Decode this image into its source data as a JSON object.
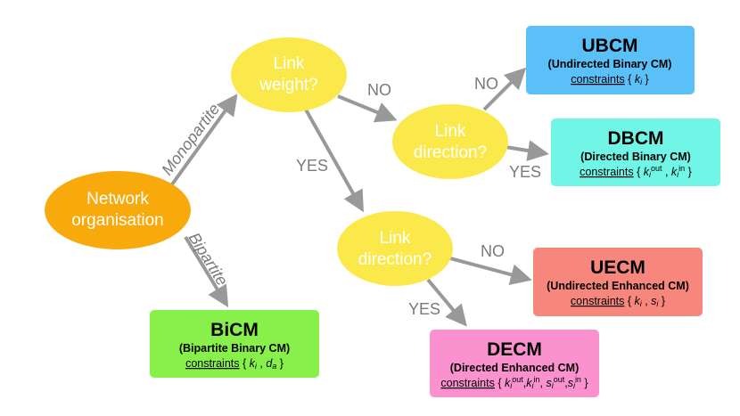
{
  "nodes": {
    "network": {
      "line1": "Network",
      "line2": "organisation"
    },
    "weight": {
      "line1": "Link",
      "line2": "weight?"
    },
    "dir1": {
      "line1": "Link",
      "line2": "direction?"
    },
    "dir2": {
      "line1": "Link",
      "line2": "direction?"
    }
  },
  "edges": {
    "monopartite": "Monopartite",
    "bipartite": "Bipartite",
    "weight_no": "NO",
    "weight_yes": "YES",
    "dir1_no": "NO",
    "dir1_yes": "YES",
    "dir2_no": "NO",
    "dir2_yes": "YES"
  },
  "boxes": {
    "ubcm": {
      "title": "UBCM",
      "subtitle": "(Undirected Binary CM)",
      "constraints_label": "constraints",
      "open": " { ",
      "k": "k",
      "i": "i",
      "close": " }",
      "color": "#5bc0f8"
    },
    "dbcm": {
      "title": "DBCM",
      "subtitle": "(Directed Binary CM)",
      "constraints_label": "constraints",
      "open": " { ",
      "k1": "k",
      "i1": "i",
      "out": "out",
      "sep": " , ",
      "k2": "k",
      "i2": "i",
      "in": "in",
      "close": " }",
      "color": "#71f5e6"
    },
    "uecm": {
      "title": "UECM",
      "subtitle": "(Undirected Enhanced CM)",
      "constraints_label": "constraints",
      "open": " { ",
      "k": "k",
      "i1": "i",
      "sep": " , ",
      "s": "s",
      "i2": "i",
      "close": " }",
      "color": "#f7877d"
    },
    "decm": {
      "title": "DECM",
      "subtitle": "(Directed Enhanced CM)",
      "constraints_label": "constraints",
      "open": " { ",
      "k1": "k",
      "i1": "i",
      "out1": "out",
      "c1": ",",
      "k2": "k",
      "i2": "i",
      "in1": "in",
      "c2": ", ",
      "s1": "s",
      "i3": "i",
      "out2": "out",
      "c3": ",",
      "s2": "s",
      "i4": "i",
      "in2": "in",
      "close": " }",
      "color": "#fb91cf"
    },
    "bicm": {
      "title": "BiCM",
      "subtitle": "(Bipartite Binary CM)",
      "constraints_label": "constraints",
      "open": " { ",
      "k": "k",
      "i": "i",
      "sep": " , ",
      "d": "d",
      "a": "a",
      "close": " }",
      "color": "#88f04a"
    }
  },
  "colors": {
    "network_fill": "#f8a90c",
    "question_fill": "#fbe94c",
    "arrow": "#999999",
    "edge_label": "#7a7a7a"
  }
}
